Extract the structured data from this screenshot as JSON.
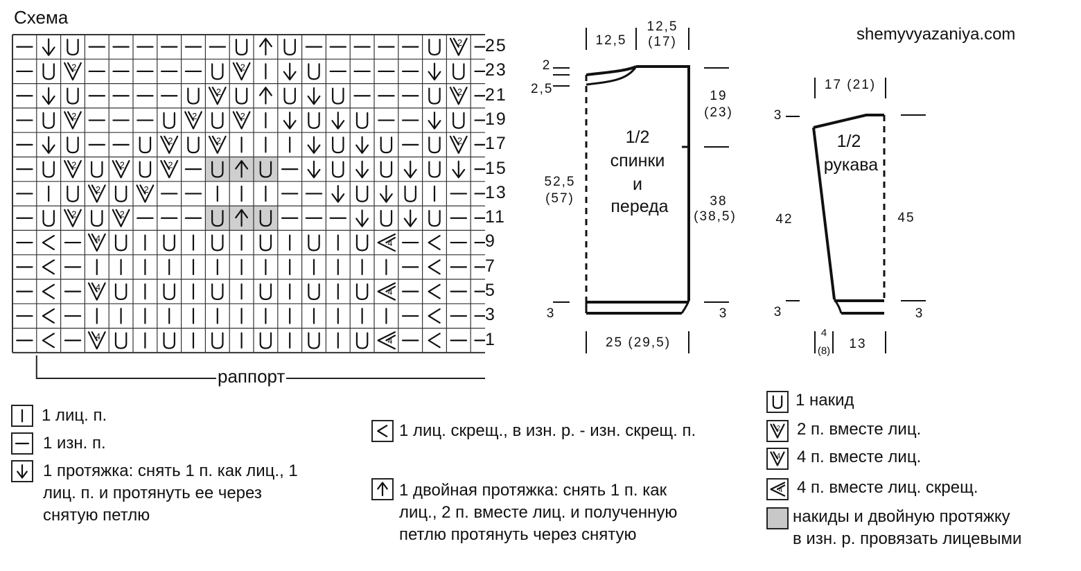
{
  "chart_title": "Схема",
  "site": "shemyvyazaniya.com",
  "rapport_label": "раппорт",
  "row_numbers": [
    "25",
    "23",
    "21",
    "19",
    "17",
    "15",
    "13",
    "11",
    "9",
    "7",
    "5",
    "3",
    "1"
  ],
  "grid": {
    "rows": [
      [
        "p",
        "ss",
        "yo",
        "p",
        "p",
        "p",
        "p",
        "p",
        "p",
        "yo",
        "dd",
        "yo",
        "p",
        "p",
        "p",
        "p",
        "p",
        "yo",
        "k2",
        "p"
      ],
      [
        "p",
        "yo",
        "k2",
        "p",
        "p",
        "p",
        "p",
        "p",
        "yo",
        "k2",
        "k",
        "ss",
        "yo",
        "p",
        "p",
        "p",
        "p",
        "ss",
        "yo",
        "p"
      ],
      [
        "p",
        "ss",
        "yo",
        "p",
        "p",
        "p",
        "p",
        "yo",
        "k2",
        "yo",
        "dd",
        "yo",
        "ss",
        "yo",
        "p",
        "p",
        "p",
        "yo",
        "k2",
        "p"
      ],
      [
        "p",
        "yo",
        "k2",
        "p",
        "p",
        "p",
        "yo",
        "k2",
        "yo",
        "k2",
        "k",
        "ss",
        "yo",
        "ss",
        "yo",
        "p",
        "p",
        "ss",
        "yo",
        "p"
      ],
      [
        "p",
        "ss",
        "yo",
        "p",
        "p",
        "yo",
        "k2",
        "yo",
        "k2",
        "k",
        "k",
        "k",
        "ss",
        "yo",
        "ss",
        "yo",
        "p",
        "yo",
        "k2",
        "p"
      ],
      [
        "p",
        "yo",
        "k2",
        "yo",
        "k2",
        "yo",
        "k2",
        "p",
        "yo",
        "dd",
        "yo",
        "p",
        "ss",
        "yo",
        "ss",
        "yo",
        "ss",
        "yo",
        "ss",
        "p"
      ],
      [
        "p",
        "k",
        "yo",
        "k2",
        "yo",
        "k2",
        "p",
        "p",
        "k",
        "k",
        "k",
        "p",
        "p",
        "ss",
        "yo",
        "ss",
        "yo",
        "k",
        "p",
        "p"
      ],
      [
        "p",
        "yo",
        "k2",
        "yo",
        "k2",
        "p",
        "p",
        "p",
        "yo",
        "dd",
        "yo",
        "p",
        "p",
        "p",
        "ss",
        "yo",
        "ss",
        "yo",
        "p",
        "p"
      ],
      [
        "p",
        "cr",
        "p",
        "k4",
        "yo",
        "k",
        "yo",
        "k",
        "yo",
        "k",
        "yo",
        "k",
        "yo",
        "k",
        "yo",
        "k4c",
        "p",
        "cr",
        "p",
        "p"
      ],
      [
        "p",
        "cr",
        "p",
        "k",
        "k",
        "k",
        "k",
        "k",
        "k",
        "k",
        "k",
        "k",
        "k",
        "k",
        "k",
        "k",
        "p",
        "cr",
        "p",
        "p"
      ],
      [
        "p",
        "cr",
        "p",
        "k4",
        "yo",
        "k",
        "yo",
        "k",
        "yo",
        "k",
        "yo",
        "k",
        "yo",
        "k",
        "yo",
        "k4c",
        "p",
        "cr",
        "p",
        "p"
      ],
      [
        "p",
        "cr",
        "p",
        "k",
        "k",
        "k",
        "k",
        "k",
        "k",
        "k",
        "k",
        "k",
        "k",
        "k",
        "k",
        "k",
        "p",
        "cr",
        "p",
        "p"
      ],
      [
        "p",
        "cr",
        "p",
        "k4",
        "yo",
        "k",
        "yo",
        "k",
        "yo",
        "k",
        "yo",
        "k",
        "yo",
        "k",
        "yo",
        "k4c",
        "p",
        "cr",
        "p",
        "p"
      ]
    ],
    "shaded": [
      [
        5,
        8
      ],
      [
        5,
        9
      ],
      [
        5,
        10
      ],
      [
        7,
        8
      ],
      [
        7,
        9
      ],
      [
        7,
        10
      ]
    ]
  },
  "legend": [
    {
      "symbol": "k",
      "text": "1 лиц. п."
    },
    {
      "symbol": "p",
      "text": "1 изн. п."
    },
    {
      "symbol": "ss",
      "lines": [
        "1 протяжка: снять 1 п. как лиц., 1",
        "лиц. п. и протянуть ее через",
        "снятую петлю"
      ]
    },
    {
      "symbol": "cr",
      "text": "1 лиц. скрещ., в изн. р. - изн. скрещ. п."
    },
    {
      "symbol": "dd",
      "lines": [
        "1 двойная протяжка: снять 1 п. как",
        "лиц., 2 п. вместе лиц. и полученную",
        "петлю протянуть через снятую"
      ]
    },
    {
      "symbol": "yo",
      "text": "1 накид"
    },
    {
      "symbol": "k2",
      "text": "2 п. вместе лиц."
    },
    {
      "symbol": "k4",
      "text": "4 п. вместе лиц."
    },
    {
      "symbol": "k4c",
      "text": "4 п. вместе лиц. скрещ."
    },
    {
      "symbol": "shade",
      "lines": [
        "накиды и двойную протяжку",
        "в изн. р. провязать лицевыми"
      ]
    }
  ],
  "body_piece": {
    "label": [
      "1/2",
      "спинки",
      "и",
      "переда"
    ],
    "dims": {
      "neck": "12,5",
      "shoulder": [
        "12,5",
        "(17)"
      ],
      "neck_drop_1": "2",
      "neck_drop_2": "2,5",
      "armhole": [
        "19",
        "(23)"
      ],
      "length": [
        "52,5",
        "(57)"
      ],
      "side": [
        "38",
        "(38,5)"
      ],
      "hem_left": "3",
      "hem_right": "3",
      "width": "25 (29,5)"
    }
  },
  "sleeve_piece": {
    "label": [
      "1/2",
      "рукава"
    ],
    "dims": {
      "top": "17 (21)",
      "cap_drop": "3",
      "left_length": "42",
      "right_length": "45",
      "cuff_left": "3",
      "cuff_right": "3",
      "bottom_a": [
        "4",
        "(8)"
      ],
      "bottom_b": "13"
    }
  }
}
